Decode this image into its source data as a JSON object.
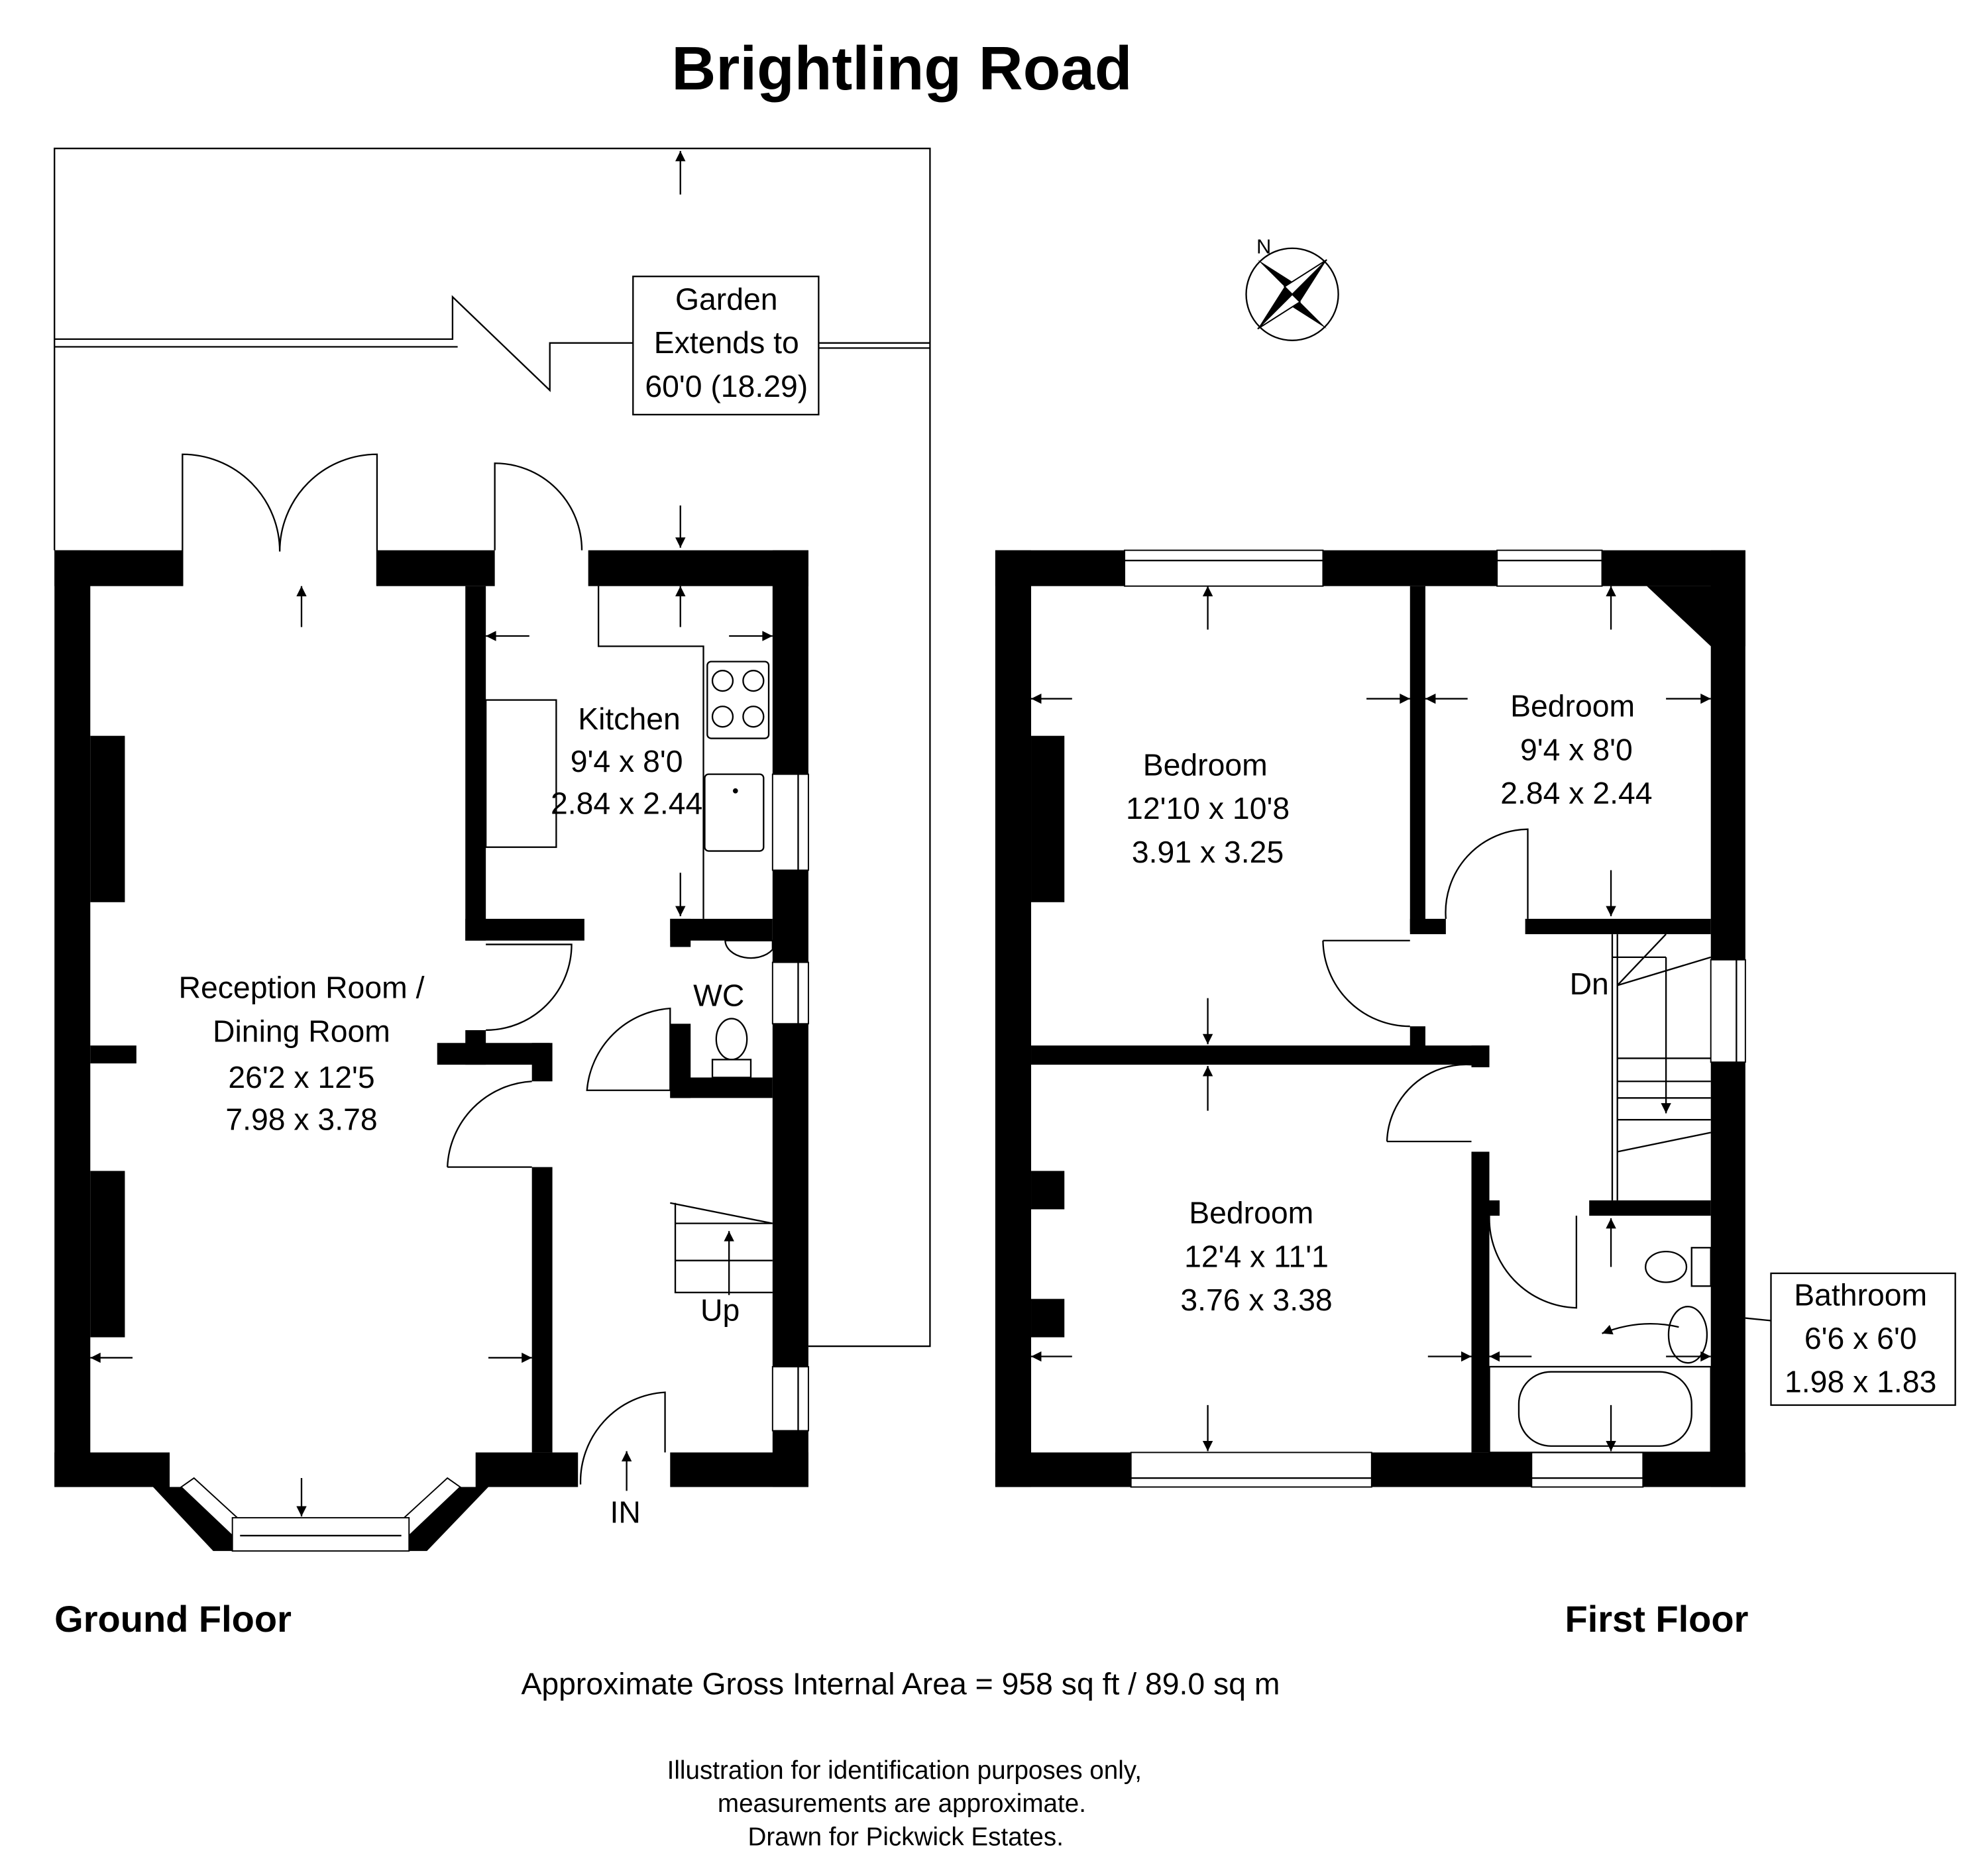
{
  "title": "Brightling Road",
  "garden": {
    "lines": [
      "Garden",
      "Extends to",
      "60'0 (18.29)"
    ]
  },
  "compass": {
    "north_label": "N"
  },
  "ground_floor": {
    "label": "Ground Floor",
    "rooms": [
      {
        "name": "Kitchen",
        "imperial": "9'4 x 8'0",
        "metric": "2.84 x 2.44"
      },
      {
        "name": "Reception Room /",
        "name2": "Dining Room",
        "imperial": "26'2 x 12'5",
        "metric": "7.98 x 3.78"
      },
      {
        "name": "WC"
      }
    ],
    "stairs_label": "Up",
    "entrance_label": "IN"
  },
  "first_floor": {
    "label": "First Floor",
    "rooms": [
      {
        "name": "Bedroom",
        "imperial": "12'10 x 10'8",
        "metric": "3.91 x 3.25"
      },
      {
        "name": "Bedroom",
        "imperial": "9'4 x 8'0",
        "metric": "2.84 x 2.44"
      },
      {
        "name": "Bedroom",
        "imperial": "12'4 x 11'1",
        "metric": "3.76 x 3.38"
      },
      {
        "name": "Bathroom",
        "imperial": "6'6 x 6'0",
        "metric": "1.98 x 1.83"
      }
    ],
    "stairs_label": "Dn"
  },
  "area": "Approximate Gross Internal Area = 958 sq ft / 89.0 sq m",
  "disclaimer": [
    "Illustration for identification purposes only,",
    "measurements are approximate.",
    "Drawn for Pickwick Estates."
  ]
}
